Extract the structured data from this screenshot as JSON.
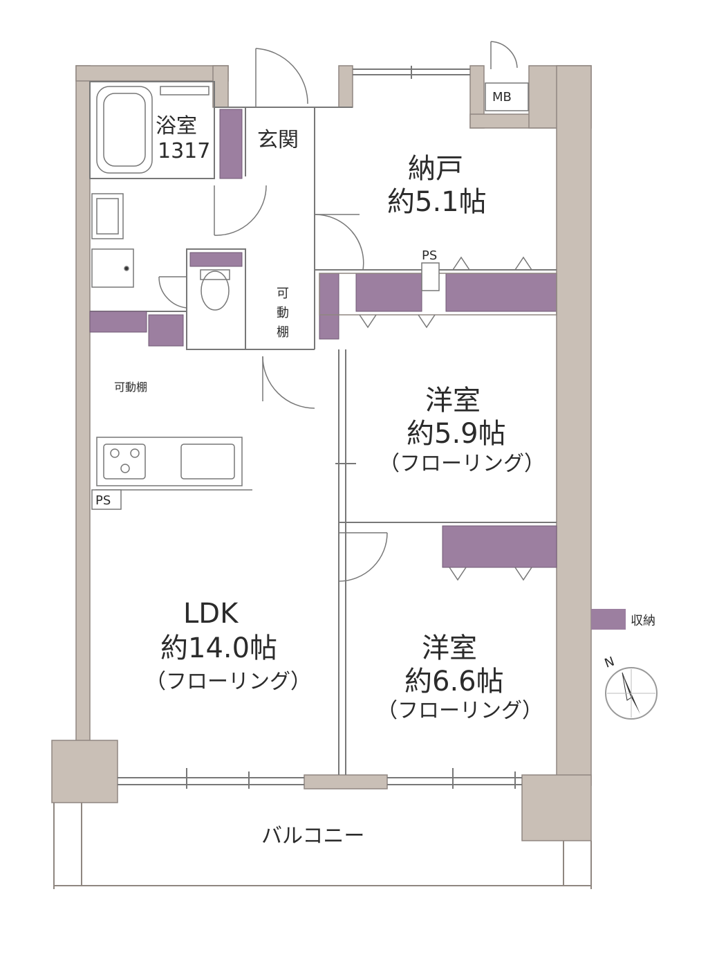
{
  "rooms": {
    "bath": {
      "name": "浴室",
      "size": "1317"
    },
    "entrance": {
      "name": "玄関"
    },
    "storeroom": {
      "name": "納戸",
      "area": "約5.1帖"
    },
    "bedroom1": {
      "name": "洋室",
      "area": "約5.9帖",
      "floor": "（フローリング）"
    },
    "bedroom2": {
      "name": "洋室",
      "area": "約6.6帖",
      "floor": "（フローリング）"
    },
    "ldk": {
      "name": "LDK",
      "area": "約14.0帖",
      "floor": "（フローリング）"
    },
    "balcony": {
      "name": "バルコニー"
    }
  },
  "labels": {
    "mb": "MB",
    "ps_upper": "PS",
    "ps_kitchen": "PS",
    "movable_shelf_left": "可動棚",
    "movable_shelf_vertical": [
      "可",
      "動",
      "棚"
    ]
  },
  "legend": {
    "storage_label": "収納"
  },
  "compass": {
    "north": "N"
  },
  "colors": {
    "wall": "#c9bfb6",
    "wall_edge": "#8f8680",
    "storage": "#9c7fa0",
    "line": "#777777"
  }
}
